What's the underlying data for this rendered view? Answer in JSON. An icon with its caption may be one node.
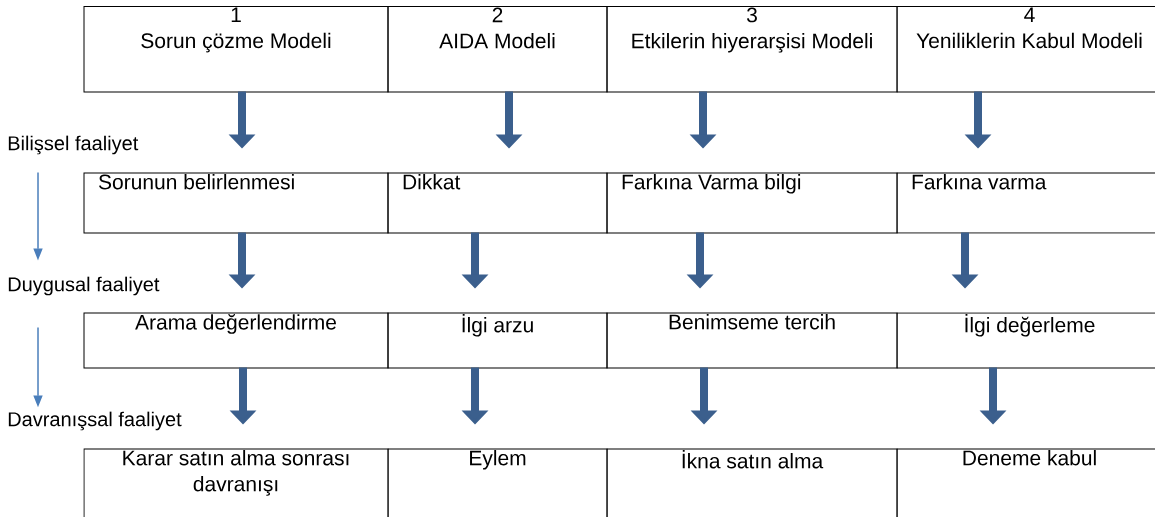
{
  "diagram": {
    "nodes": [
      {
        "text": [
          "1",
          "Sorun çözme Modeli"
        ]
      },
      {
        "text": [
          "2",
          "AIDA  Modeli"
        ]
      },
      {
        "text": [
          "3",
          "Etkilerin hiyerarşisi Modeli"
        ]
      },
      {
        "text": [
          "4",
          "Yeniliklerin Kabul Modeli"
        ]
      },
      {
        "text": [
          "Sorunun belirlenmesi"
        ]
      },
      {
        "text": [
          "Dikkat"
        ]
      },
      {
        "text": [
          "Farkına Varma bilgi"
        ]
      },
      {
        "text": [
          "Farkına varma"
        ]
      },
      {
        "text": [
          "Arama değerlendirme"
        ]
      },
      {
        "text": [
          "İlgi arzu"
        ]
      },
      {
        "text": [
          "Benimseme tercih"
        ]
      },
      {
        "text": [
          "İlgi değerleme"
        ]
      },
      {
        "text": [
          "Karar satın alma sonrası davranışı"
        ]
      },
      {
        "text": [
          "Eylem"
        ]
      },
      {
        "text": [
          "İkna satın alma"
        ]
      },
      {
        "text": [
          "Deneme kabul"
        ]
      },
      {
        "text": [
          "Bilişsel faaliyet"
        ]
      },
      {
        "text": [
          "Duygusal faaliyet"
        ]
      },
      {
        "text": [
          "Davranışsal faaliyet"
        ]
      }
    ],
    "edges": [
      {
        "from": 0,
        "to": 4,
        "arrow": "to",
        "color": "#3b5f8d"
      },
      {
        "from": 1,
        "to": 5,
        "arrow": "to",
        "color": "#3b5f8d"
      },
      {
        "from": 2,
        "to": 6,
        "arrow": "to",
        "color": "#3b5f8d"
      },
      {
        "from": 3,
        "to": 7,
        "arrow": "to",
        "color": "#3b5f8d"
      },
      {
        "from": 4,
        "to": 8,
        "arrow": "to",
        "color": "#3b5f8d"
      },
      {
        "from": 5,
        "to": 9,
        "arrow": "to",
        "color": "#3b5f8d"
      },
      {
        "from": 6,
        "to": 10,
        "arrow": "to",
        "color": "#3b5f8d"
      },
      {
        "from": 7,
        "to": 11,
        "arrow": "to",
        "color": "#3b5f8d"
      },
      {
        "from": 8,
        "to": 12,
        "arrow": "to",
        "color": "#3b5f8d"
      },
      {
        "from": 9,
        "to": 13,
        "arrow": "to",
        "color": "#3b5f8d"
      },
      {
        "from": 10,
        "to": 14,
        "arrow": "to",
        "color": "#3b5f8d"
      },
      {
        "from": 11,
        "to": 15,
        "arrow": "to",
        "color": "#3b5f8d"
      },
      {
        "from": 16,
        "to": 17,
        "arrow": "to",
        "color": "#4a7ebb"
      },
      {
        "from": 17,
        "to": 18,
        "arrow": "to",
        "color": "#4a7ebb"
      }
    ]
  }
}
